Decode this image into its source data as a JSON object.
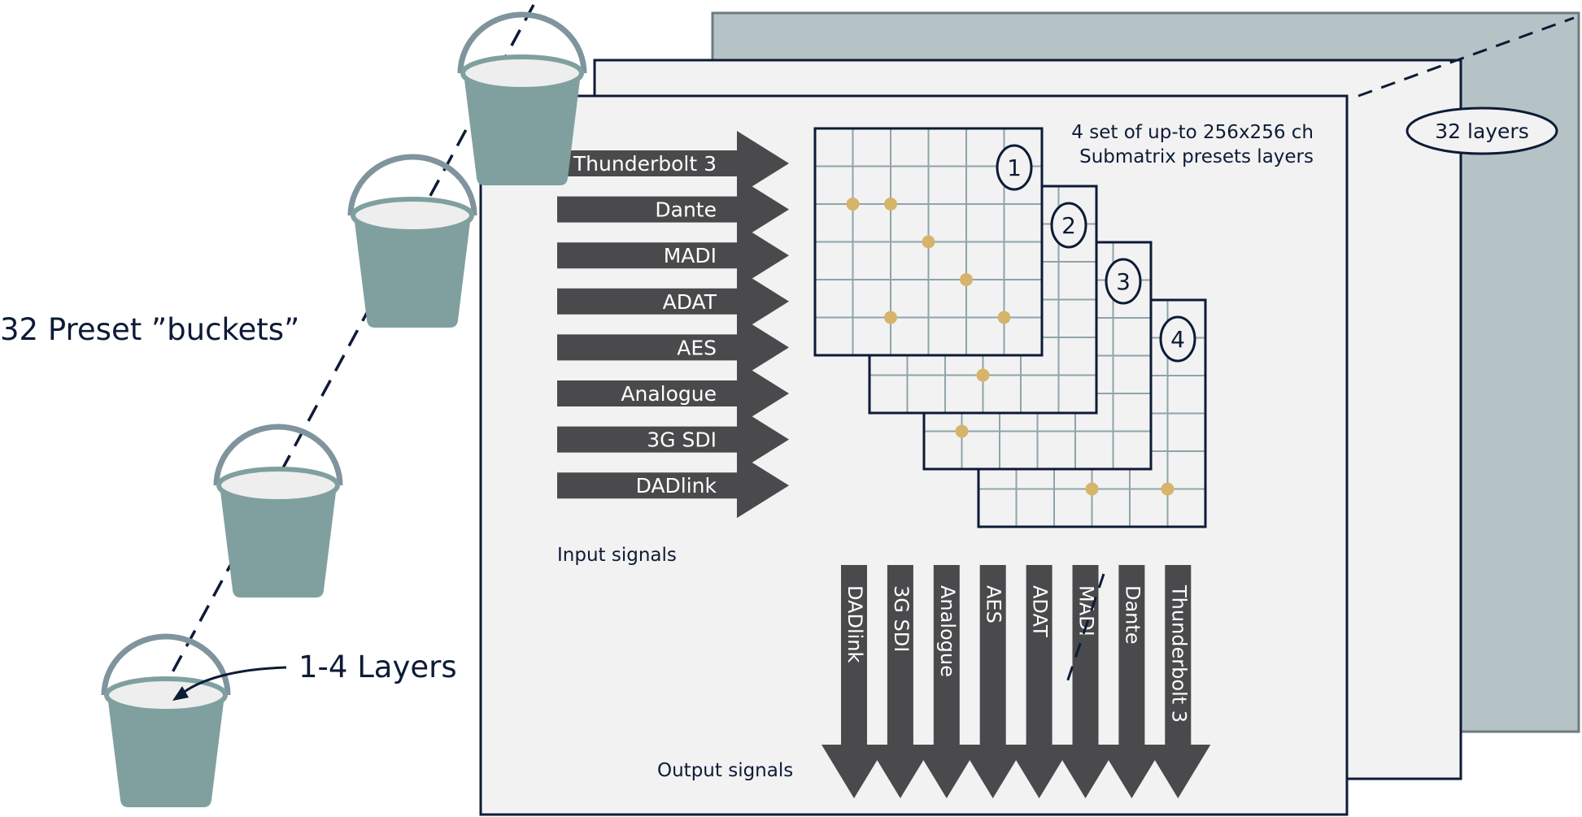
{
  "left_label": "32 Preset ”buckets”",
  "bucket_callout": "1-4 Layers",
  "layers_badge": "32 layers",
  "matrix_caption": {
    "line1": "4 set of up-to 256x256 ch",
    "line2": "Submatrix presets layers"
  },
  "input_signals": [
    "Thunderbolt 3",
    "Dante",
    "MADI",
    "ADAT",
    "AES",
    "Analogue",
    "3G SDI",
    "DADlink"
  ],
  "input_label": "Input signals",
  "output_signals": [
    "DADlink",
    "3G SDI",
    "Analogue",
    "AES",
    "ADAT",
    "MADI",
    "Dante",
    "Thunderbolt 3"
  ],
  "output_label": "Output signals",
  "matrix_numbers": [
    "1",
    "2",
    "3",
    "4"
  ],
  "colors": {
    "back_panel": "#b5c3c7",
    "panel_fill": "#f2f2f2",
    "outline": "#0d1b36",
    "arrow": "#4a4a4c",
    "bucket": "#7fa09f",
    "bucket_rim": "#eeeeee",
    "grid_line": "#8fa4ab",
    "dot": "#d6b46a"
  },
  "icons": [
    "bucket-icon",
    "arrow-right-icon",
    "arrow-down-icon",
    "grid-matrix-icon"
  ]
}
